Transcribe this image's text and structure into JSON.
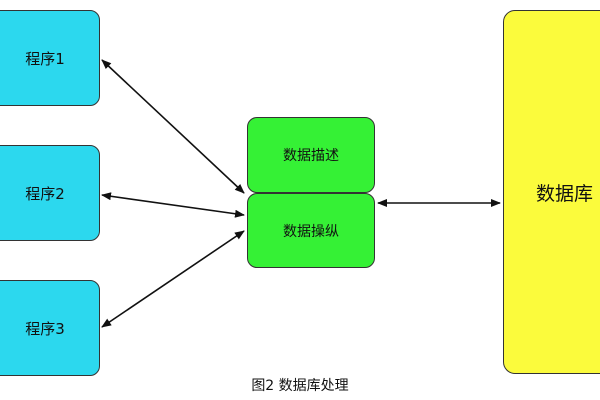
{
  "programs": [
    {
      "label": "程序1"
    },
    {
      "label": "程序2"
    },
    {
      "label": "程序3"
    }
  ],
  "dbms": {
    "describe_label": "数据描述",
    "manipulate_label": "数据操纵"
  },
  "database": {
    "label": "数据库"
  },
  "caption": "图2 数据库处理",
  "colors": {
    "program_fill": "#2cd8ee",
    "dbms_fill": "#35f135",
    "database_fill": "#fbfb3c",
    "arrow": "#111111"
  }
}
